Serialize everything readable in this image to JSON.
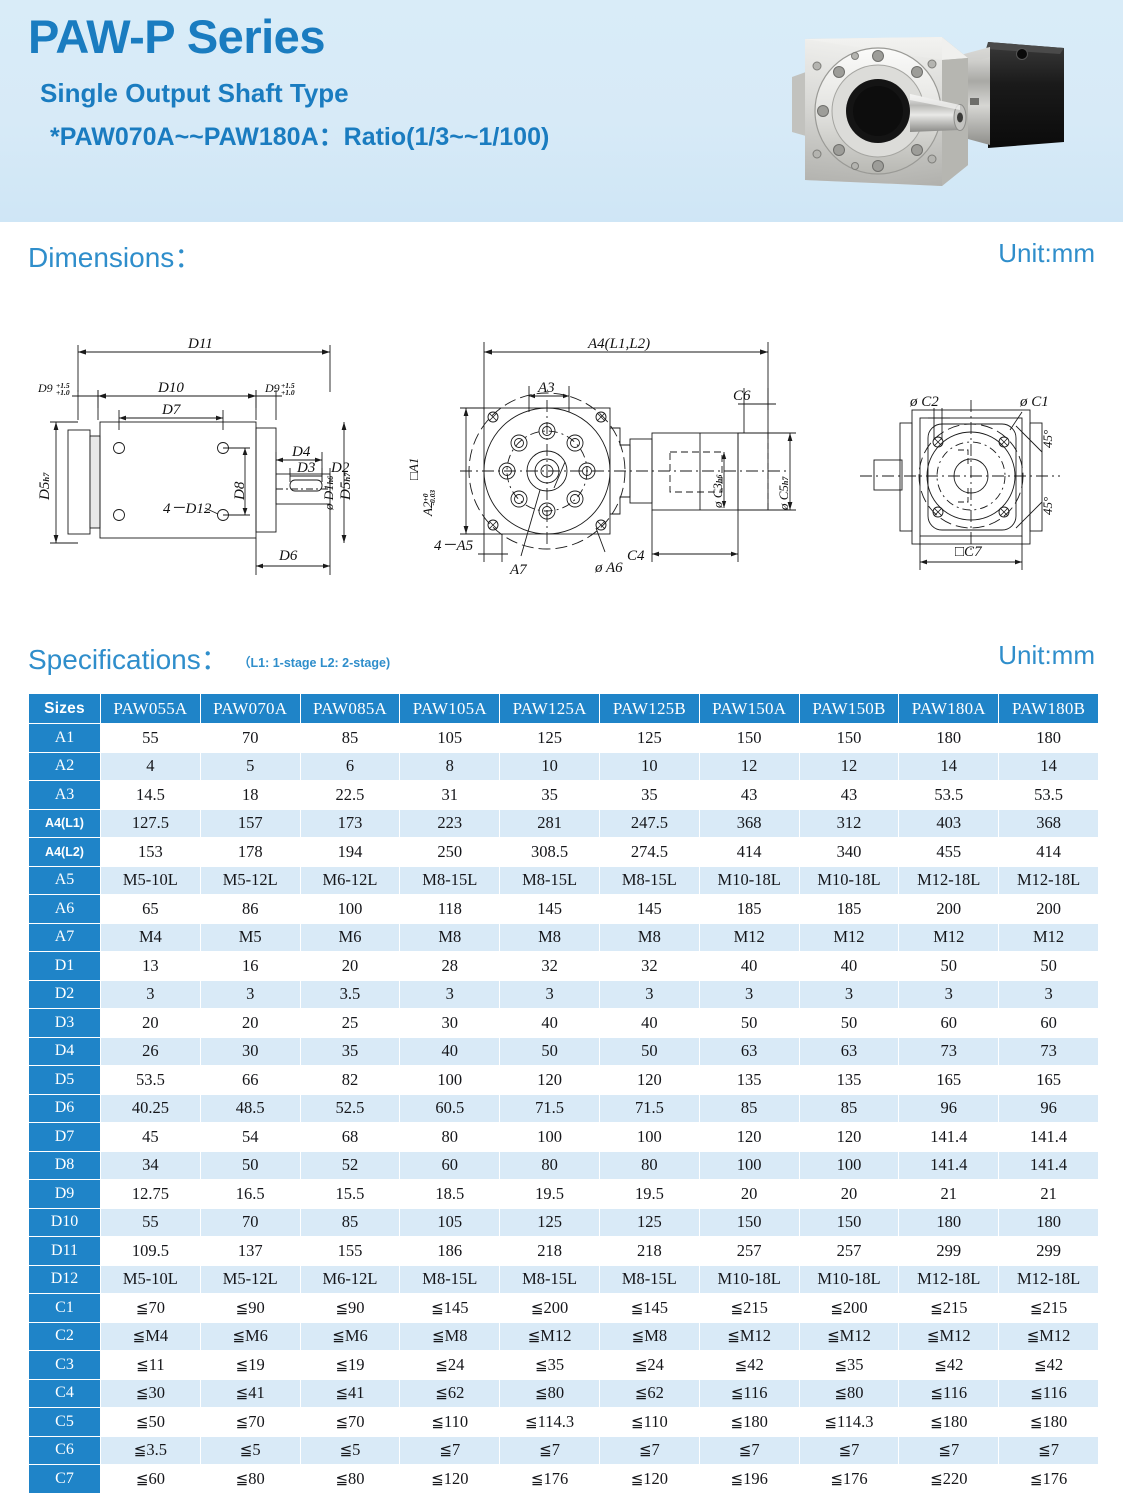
{
  "banner": {
    "title": "PAW-P Series",
    "subtitle1": "Single Output Shaft Type",
    "subtitle2": "*PAW070A~~PAW180A：Ratio(1/3~~1/100)",
    "accent_color": "#1a7cc0",
    "background_color": "#d9ecf8",
    "product_image_alt": "right-angle-planetary-gearbox-photo"
  },
  "dimensions_section": {
    "title": "Dimensions：",
    "unit": "Unit:mm",
    "drawings": [
      {
        "name": "side-view-drawing",
        "labels": [
          "D11",
          "D9⁺¹·⁵₊₁.₀",
          "D10",
          "D7",
          "D4",
          "D3",
          "D2",
          "D5h7",
          "D8",
          "øD1h6",
          "4－D12",
          "D6"
        ]
      },
      {
        "name": "front-view-drawing",
        "labels": [
          "A4(L1,L2)",
          "A3",
          "C6",
          "□A1",
          "A2 ⁺⁰₋₀.₀₃",
          "4－A5",
          "A7",
          "øA6",
          "øC3",
          "øC5h7",
          "C4"
        ]
      },
      {
        "name": "rear-view-drawing",
        "labels": [
          "øC2",
          "øC1",
          "45°",
          "45°",
          "□C7"
        ]
      }
    ]
  },
  "specifications_section": {
    "title": "Specifications：",
    "note": "（L1: 1-stage  L2: 2-stage)",
    "unit": "Unit:mm",
    "header_bg": "#1f84c8",
    "alt_row_bg": "#d9eaf7"
  },
  "spec_table": {
    "columns": [
      "Sizes",
      "PAW055A",
      "PAW070A",
      "PAW085A",
      "PAW105A",
      "PAW125A",
      "PAW125B",
      "PAW150A",
      "PAW150B",
      "PAW180A",
      "PAW180B"
    ],
    "rows": [
      {
        "label": "A1",
        "values": [
          "55",
          "70",
          "85",
          "105",
          "125",
          "125",
          "150",
          "150",
          "180",
          "180"
        ]
      },
      {
        "label": "A2",
        "values": [
          "4",
          "5",
          "6",
          "8",
          "10",
          "10",
          "12",
          "12",
          "14",
          "14"
        ]
      },
      {
        "label": "A3",
        "values": [
          "14.5",
          "18",
          "22.5",
          "31",
          "35",
          "35",
          "43",
          "43",
          "53.5",
          "53.5"
        ]
      },
      {
        "label": "A4(L1)",
        "values": [
          "127.5",
          "157",
          "173",
          "223",
          "281",
          "247.5",
          "368",
          "312",
          "403",
          "368"
        ]
      },
      {
        "label": "A4(L2)",
        "values": [
          "153",
          "178",
          "194",
          "250",
          "308.5",
          "274.5",
          "414",
          "340",
          "455",
          "414"
        ]
      },
      {
        "label": "A5",
        "values": [
          "M5-10L",
          "M5-12L",
          "M6-12L",
          "M8-15L",
          "M8-15L",
          "M8-15L",
          "M10-18L",
          "M10-18L",
          "M12-18L",
          "M12-18L"
        ]
      },
      {
        "label": "A6",
        "values": [
          "65",
          "86",
          "100",
          "118",
          "145",
          "145",
          "185",
          "185",
          "200",
          "200"
        ]
      },
      {
        "label": "A7",
        "values": [
          "M4",
          "M5",
          "M6",
          "M8",
          "M8",
          "M8",
          "M12",
          "M12",
          "M12",
          "M12"
        ]
      },
      {
        "label": "D1",
        "values": [
          "13",
          "16",
          "20",
          "28",
          "32",
          "32",
          "40",
          "40",
          "50",
          "50"
        ]
      },
      {
        "label": "D2",
        "values": [
          "3",
          "3",
          "3.5",
          "3",
          "3",
          "3",
          "3",
          "3",
          "3",
          "3"
        ]
      },
      {
        "label": "D3",
        "values": [
          "20",
          "20",
          "25",
          "30",
          "40",
          "40",
          "50",
          "50",
          "60",
          "60"
        ]
      },
      {
        "label": "D4",
        "values": [
          "26",
          "30",
          "35",
          "40",
          "50",
          "50",
          "63",
          "63",
          "73",
          "73"
        ]
      },
      {
        "label": "D5",
        "values": [
          "53.5",
          "66",
          "82",
          "100",
          "120",
          "120",
          "135",
          "135",
          "165",
          "165"
        ]
      },
      {
        "label": "D6",
        "values": [
          "40.25",
          "48.5",
          "52.5",
          "60.5",
          "71.5",
          "71.5",
          "85",
          "85",
          "96",
          "96"
        ]
      },
      {
        "label": "D7",
        "values": [
          "45",
          "54",
          "68",
          "80",
          "100",
          "100",
          "120",
          "120",
          "141.4",
          "141.4"
        ]
      },
      {
        "label": "D8",
        "values": [
          "34",
          "50",
          "52",
          "60",
          "80",
          "80",
          "100",
          "100",
          "141.4",
          "141.4"
        ]
      },
      {
        "label": "D9",
        "values": [
          "12.75",
          "16.5",
          "15.5",
          "18.5",
          "19.5",
          "19.5",
          "20",
          "20",
          "21",
          "21"
        ]
      },
      {
        "label": "D10",
        "values": [
          "55",
          "70",
          "85",
          "105",
          "125",
          "125",
          "150",
          "150",
          "180",
          "180"
        ]
      },
      {
        "label": "D11",
        "values": [
          "109.5",
          "137",
          "155",
          "186",
          "218",
          "218",
          "257",
          "257",
          "299",
          "299"
        ]
      },
      {
        "label": "D12",
        "values": [
          "M5-10L",
          "M5-12L",
          "M6-12L",
          "M8-15L",
          "M8-15L",
          "M8-15L",
          "M10-18L",
          "M10-18L",
          "M12-18L",
          "M12-18L"
        ]
      },
      {
        "label": "C1",
        "values": [
          "≦70",
          "≦90",
          "≦90",
          "≦145",
          "≦200",
          "≦145",
          "≦215",
          "≦200",
          "≦215",
          "≦215"
        ]
      },
      {
        "label": "C2",
        "values": [
          "≦M4",
          "≦M6",
          "≦M6",
          "≦M8",
          "≦M12",
          "≦M8",
          "≦M12",
          "≦M12",
          "≦M12",
          "≦M12"
        ]
      },
      {
        "label": "C3",
        "values": [
          "≦11",
          "≦19",
          "≦19",
          "≦24",
          "≦35",
          "≦24",
          "≦42",
          "≦35",
          "≦42",
          "≦42"
        ]
      },
      {
        "label": "C4",
        "values": [
          "≦30",
          "≦41",
          "≦41",
          "≦62",
          "≦80",
          "≦62",
          "≦116",
          "≦80",
          "≦116",
          "≦116"
        ]
      },
      {
        "label": "C5",
        "values": [
          "≦50",
          "≦70",
          "≦70",
          "≦110",
          "≦114.3",
          "≦110",
          "≦180",
          "≦114.3",
          "≦180",
          "≦180"
        ]
      },
      {
        "label": "C6",
        "values": [
          "≦3.5",
          "≦5",
          "≦5",
          "≦7",
          "≦7",
          "≦7",
          "≦7",
          "≦7",
          "≦7",
          "≦7"
        ]
      },
      {
        "label": "C7",
        "values": [
          "≦60",
          "≦80",
          "≦80",
          "≦120",
          "≦176",
          "≦120",
          "≦196",
          "≦176",
          "≦220",
          "≦176"
        ]
      }
    ]
  }
}
